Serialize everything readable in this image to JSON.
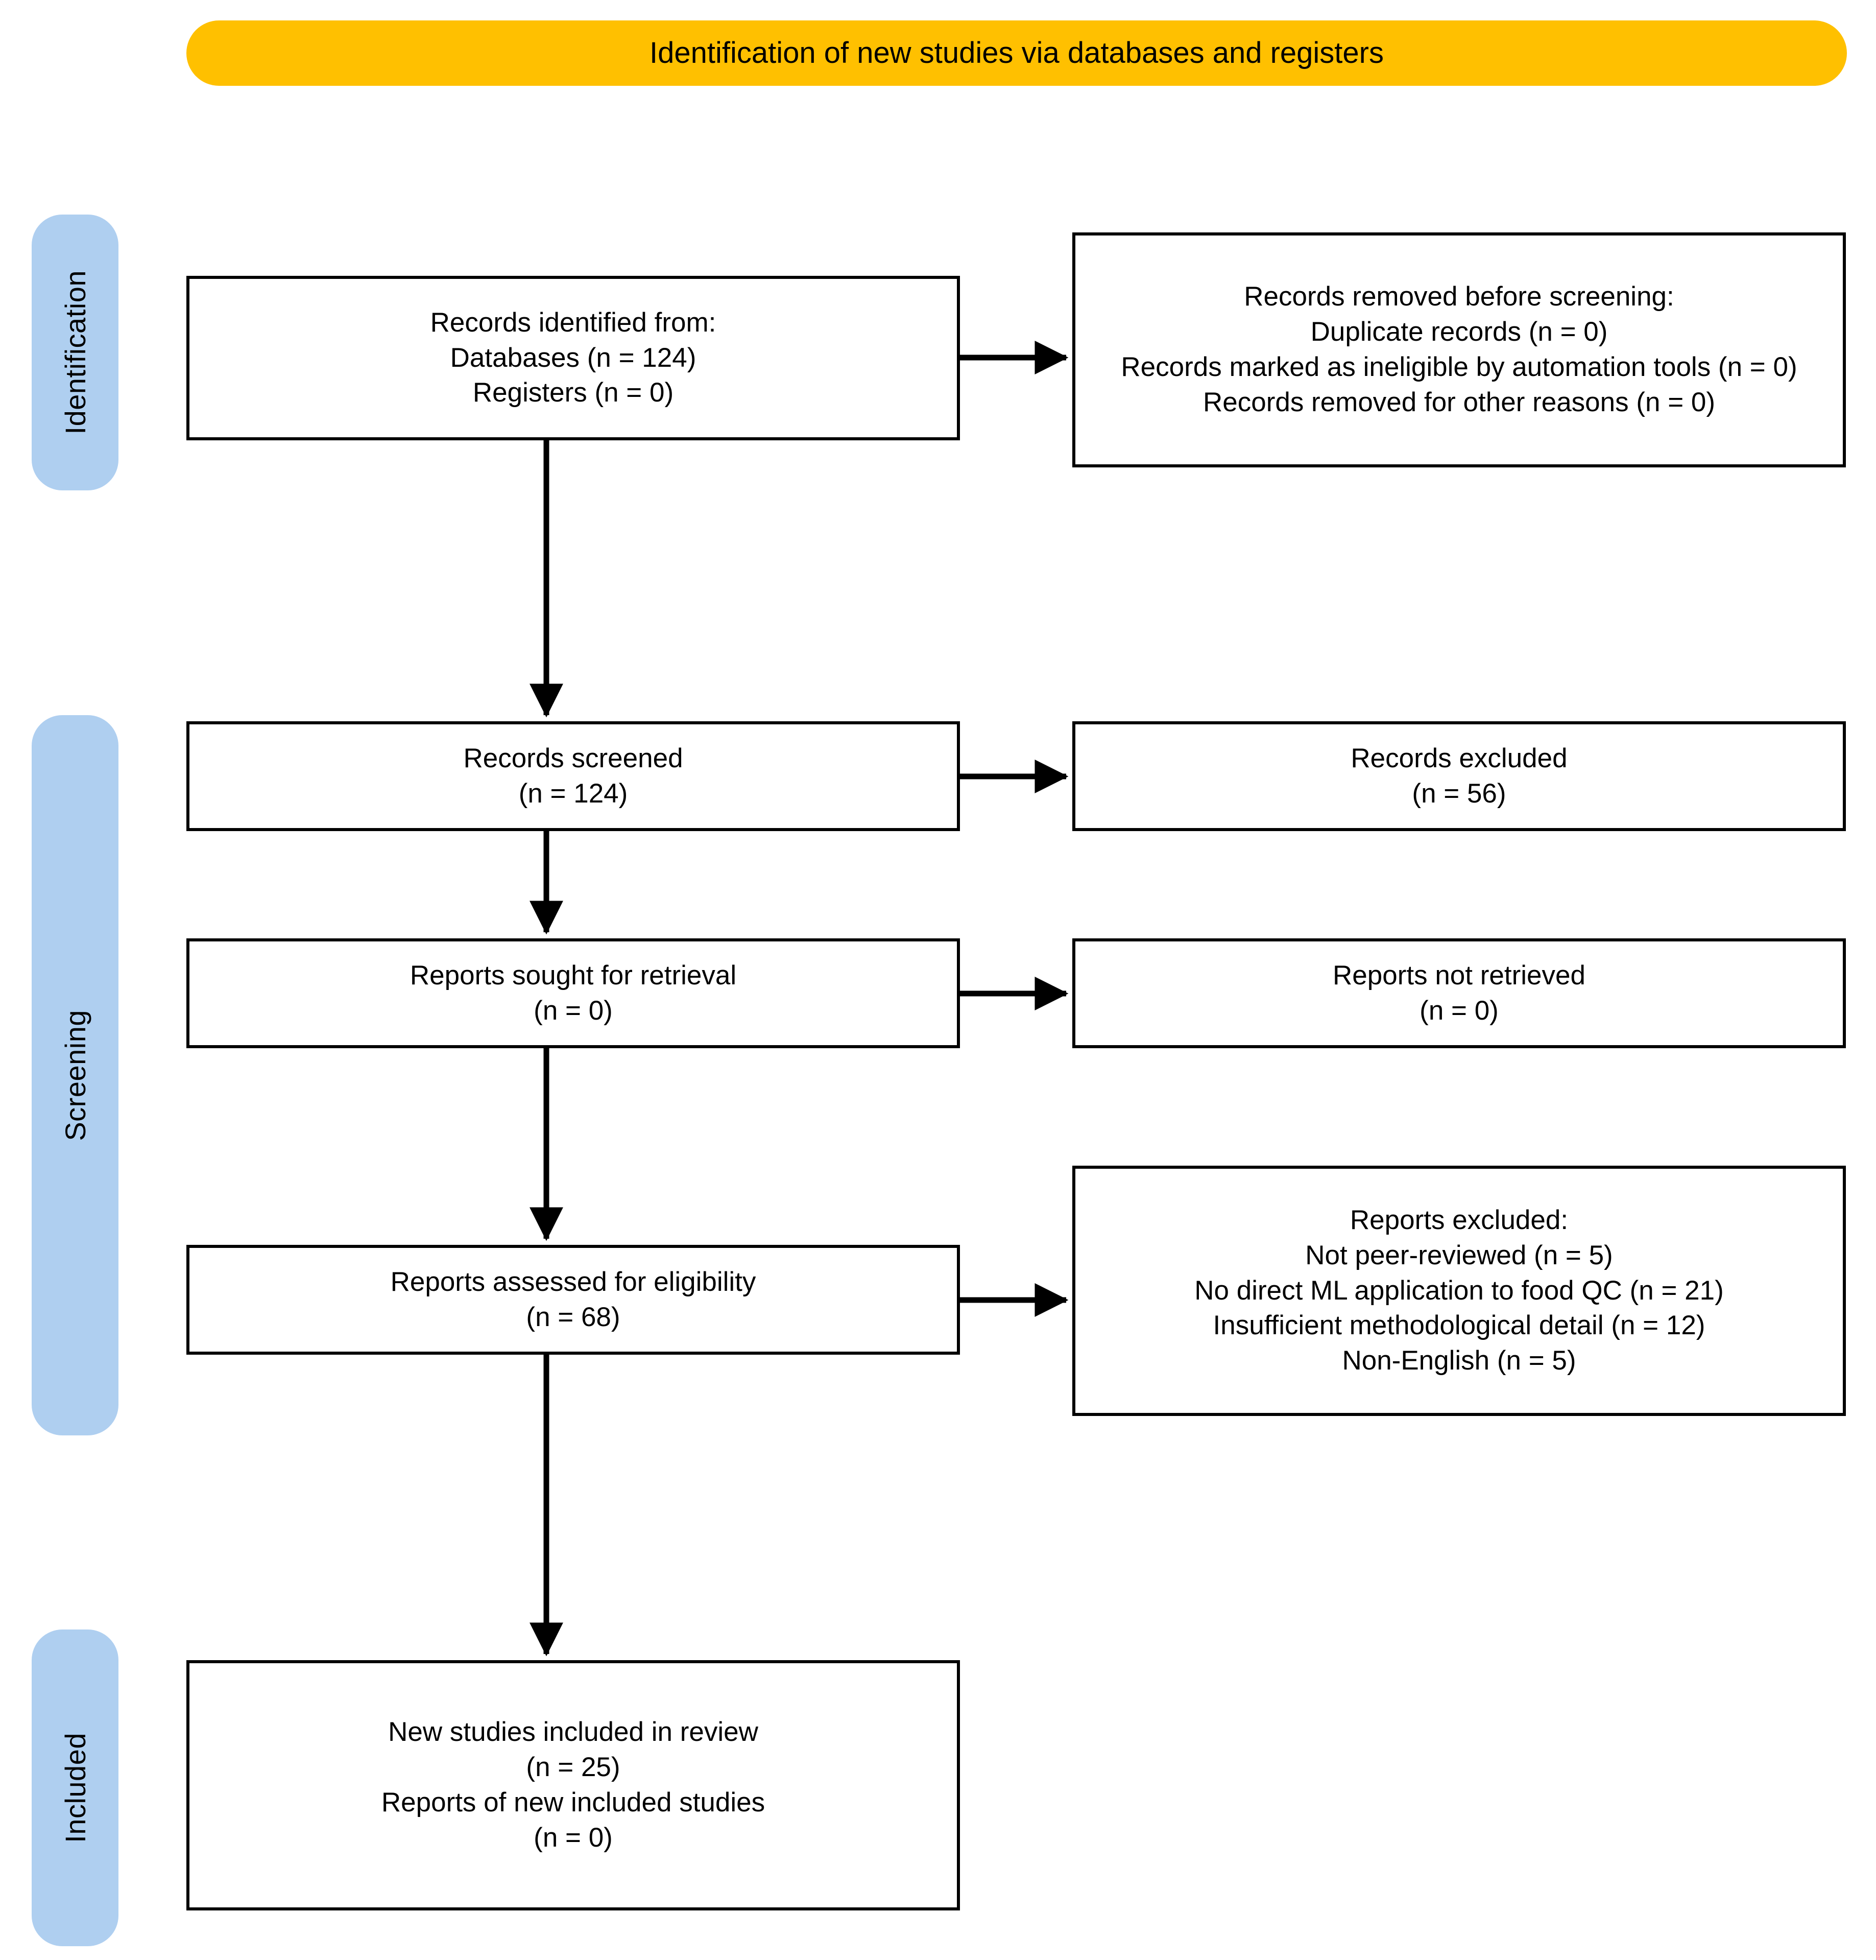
{
  "header": {
    "title": "Identification of new studies via databases and registers",
    "banner_color": "#FFC000"
  },
  "stages": {
    "sidebar_color": "#AFCFF0",
    "identification": "Identification",
    "screening": "Screening",
    "included": "Included"
  },
  "boxes": {
    "identified": {
      "line1": "Records identified from:",
      "line2": "Databases (n = 124)",
      "line3": "Registers (n = 0)"
    },
    "removed": {
      "line1": "Records removed before screening:",
      "line2": "Duplicate records (n = 0)",
      "line3": "Records marked as ineligible by automation tools (n = 0)",
      "line4": "Records removed for other reasons (n = 0)"
    },
    "screened": {
      "line1": "Records screened",
      "line2": "(n = 124)"
    },
    "excluded": {
      "line1": "Records excluded",
      "line2": "(n = 56)"
    },
    "sought": {
      "line1": "Reports sought for retrieval",
      "line2": "(n = 0)"
    },
    "not_retrieved": {
      "line1": "Reports not retrieved",
      "line2": "(n = 0)"
    },
    "assessed": {
      "line1": "Reports assessed for eligibility",
      "line2": "(n = 68)"
    },
    "reports_excluded": {
      "line1": "Reports excluded:",
      "line2": "Not peer-reviewed (n = 5)",
      "line3": "No direct ML application to food QC (n = 21)",
      "line4": "Insufficient methodological detail (n = 12)",
      "line5": "Non-English (n = 5)"
    },
    "included": {
      "line1": "New studies included in review",
      "line2": "(n = 25)",
      "line3": "Reports of new included studies",
      "line4": "(n = 0)"
    }
  },
  "chart_data": {
    "type": "diagram",
    "title": "Identification of new studies via databases and registers",
    "diagram_kind": "PRISMA 2020 flow diagram",
    "stages": [
      "Identification",
      "Screening",
      "Included"
    ],
    "nodes": [
      {
        "id": "identified",
        "stage": "Identification",
        "column": "left",
        "label": "Records identified from: Databases (n = 124), Registers (n = 0)",
        "counts": {
          "Databases": 124,
          "Registers": 0
        }
      },
      {
        "id": "removed",
        "stage": "Identification",
        "column": "right",
        "label": "Records removed before screening",
        "counts": {
          "Duplicate records": 0,
          "Records marked as ineligible by automation tools": 0,
          "Records removed for other reasons": 0
        }
      },
      {
        "id": "screened",
        "stage": "Screening",
        "column": "left",
        "label": "Records screened",
        "n": 124
      },
      {
        "id": "excluded",
        "stage": "Screening",
        "column": "right",
        "label": "Records excluded",
        "n": 56
      },
      {
        "id": "sought",
        "stage": "Screening",
        "column": "left",
        "label": "Reports sought for retrieval",
        "n": 0
      },
      {
        "id": "not_retrieved",
        "stage": "Screening",
        "column": "right",
        "label": "Reports not retrieved",
        "n": 0
      },
      {
        "id": "assessed",
        "stage": "Screening",
        "column": "left",
        "label": "Reports assessed for eligibility",
        "n": 68
      },
      {
        "id": "reports_excluded",
        "stage": "Screening",
        "column": "right",
        "label": "Reports excluded",
        "counts": {
          "Not peer-reviewed": 5,
          "No direct ML application to food QC": 21,
          "Insufficient methodological detail": 12,
          "Non-English": 5
        }
      },
      {
        "id": "included",
        "stage": "Included",
        "column": "left",
        "label": "New studies included in review",
        "counts": {
          "New studies included in review": 25,
          "Reports of new included studies": 0
        }
      }
    ],
    "edges": [
      {
        "from": "identified",
        "to": "removed",
        "direction": "horizontal"
      },
      {
        "from": "identified",
        "to": "screened",
        "direction": "vertical"
      },
      {
        "from": "screened",
        "to": "excluded",
        "direction": "horizontal"
      },
      {
        "from": "screened",
        "to": "sought",
        "direction": "vertical"
      },
      {
        "from": "sought",
        "to": "not_retrieved",
        "direction": "horizontal"
      },
      {
        "from": "sought",
        "to": "assessed",
        "direction": "vertical"
      },
      {
        "from": "assessed",
        "to": "reports_excluded",
        "direction": "horizontal"
      },
      {
        "from": "assessed",
        "to": "included",
        "direction": "vertical"
      }
    ]
  }
}
